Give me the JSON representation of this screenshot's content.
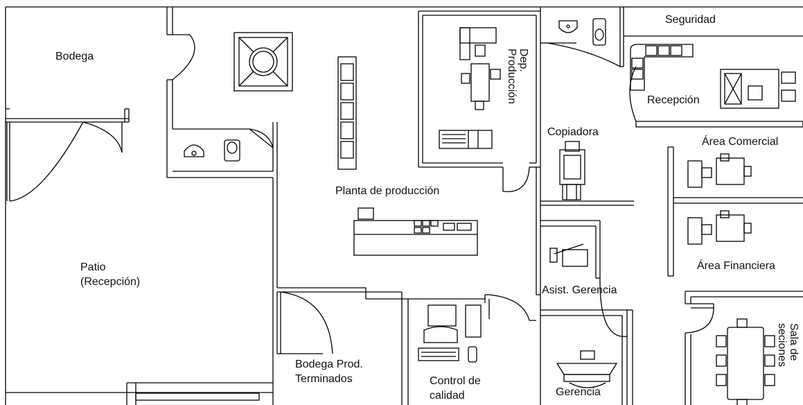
{
  "rooms": {
    "bodega": "Bodega",
    "patio_line1": "Patio",
    "patio_line2": "(Recepción)",
    "planta": "Planta de producción",
    "dep_line1": "Dep.",
    "dep_line2": "Producción",
    "seguridad": "Seguridad",
    "recepcion": "Recepción",
    "copiadora": "Copiadora",
    "area_comercial": "Área Comercial",
    "area_financiera": "Área Financiera",
    "asist_gerencia": "Asist. Gerencia",
    "gerencia": "Gerencia",
    "sala_line1": "Sala de",
    "sala_line2": "seciones",
    "bodega_prod_line1": "Bodega Prod.",
    "bodega_prod_line2": "Terminados",
    "control_line1": "Control de",
    "control_line2": "calidad"
  },
  "icons": [
    "door-swing-icon",
    "ventilation-fan-icon",
    "shelving-rack-icon",
    "sink-icon",
    "toilet-icon",
    "sofa-icon",
    "desk-chair-icon",
    "photocopier-icon",
    "production-machine-icon",
    "conference-table-icon",
    "computer-workstation-icon",
    "executive-desk-icon"
  ],
  "colors": {
    "line": "#000000",
    "background": "#ffffff"
  }
}
